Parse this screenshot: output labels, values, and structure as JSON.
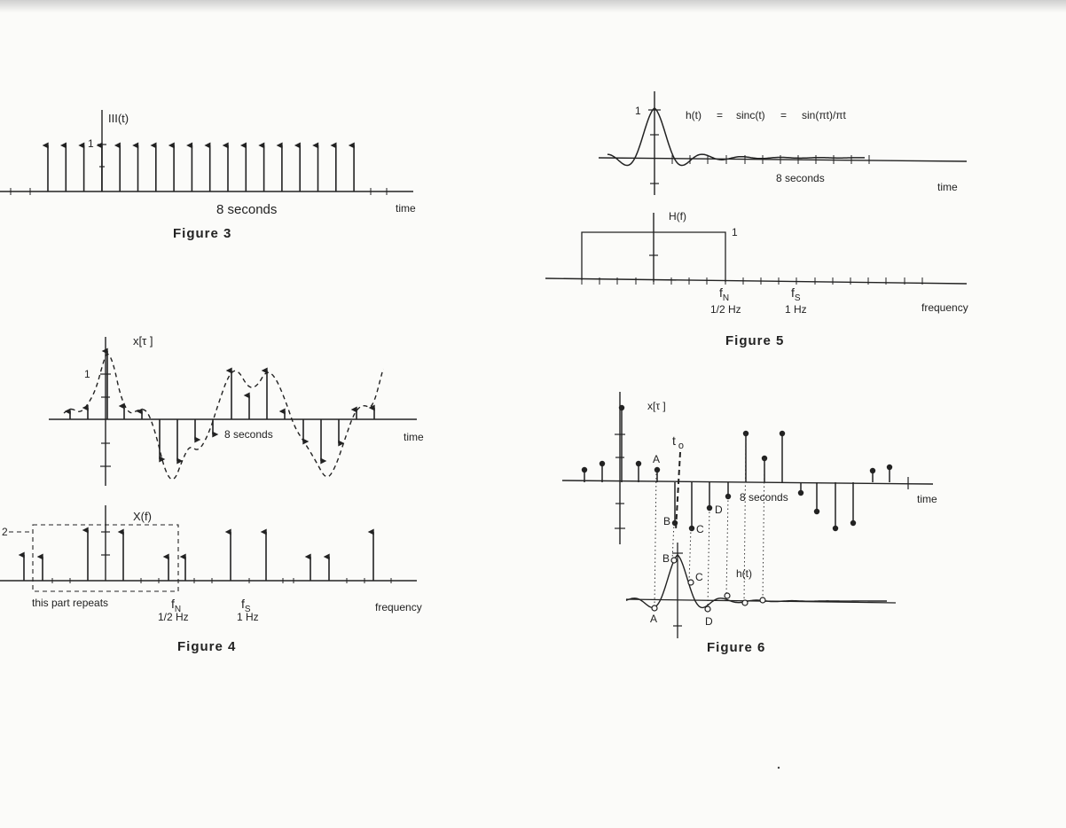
{
  "fig3": {
    "ylabel": "III(t)",
    "one": "1",
    "seconds": "8  seconds",
    "time": "time",
    "caption": "Figure  3"
  },
  "fig4": {
    "ylabel_top": "x[τ ]",
    "one": "1",
    "seconds": "8 seconds",
    "time": "time",
    "ylabel_bottom": "X(f)",
    "two": "2",
    "repeats": "this  part repeats",
    "fn": "f",
    "fn_sub": "N",
    "fn_val": "1/2  Hz",
    "fs": "f",
    "fs_sub": "S",
    "fs_val": "1 Hz",
    "frequency": "frequency",
    "caption": "Figure  4"
  },
  "fig5": {
    "one_top": "1",
    "formula_h": "h(t)",
    "eq1": "=",
    "formula_sinc": "sinc(t)",
    "eq2": "=",
    "formula_sin": "sin(πt)/πt",
    "seconds": "8 seconds",
    "time": "time",
    "ylabel_H": "H(f)",
    "one_right": "1",
    "fn": "f",
    "fn_sub": "N",
    "fn_val": "1/2  Hz",
    "fs": "f",
    "fs_sub": "S",
    "fs_val": "1 Hz",
    "frequency": "frequency",
    "caption": "Figure  5"
  },
  "fig6": {
    "ylabel": "x[τ ]",
    "t0": "t",
    "t0_sub": "o",
    "A": "A",
    "B": "B",
    "C": "C",
    "D": "D",
    "seconds": "8 seconds",
    "time": "time",
    "h": "h(t)",
    "caption": "Figure  6"
  }
}
